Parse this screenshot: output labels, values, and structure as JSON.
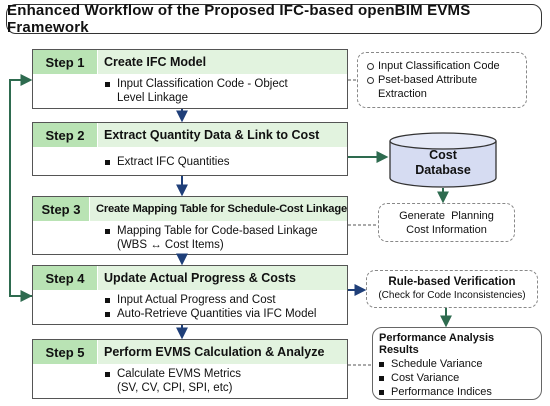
{
  "title": "Enhanced Workflow of the Proposed IFC-based openBIM EVMS Framework",
  "steps": [
    {
      "badge": "Step 1",
      "title": "Create IFC Model",
      "bullets": [
        [
          "Input Classification Code - Object",
          "Level Linkage"
        ]
      ]
    },
    {
      "badge": "Step 2",
      "title": "Extract Quantity Data & Link to Cost",
      "bullets": [
        [
          "Extract IFC Quantities"
        ]
      ]
    },
    {
      "badge": "Step 3",
      "title": "Create Mapping Table for Schedule-Cost Linkage",
      "bullets": [
        [
          "Mapping Table for Code-based Linkage",
          "(WBS ↔ Cost Items)"
        ]
      ]
    },
    {
      "badge": "Step 4",
      "title": "Update Actual Progress & Costs",
      "bullets": [
        [
          "Input Actual Progress and Cost"
        ],
        [
          "Auto-Retrieve Quantities via IFC Model"
        ]
      ]
    },
    {
      "badge": "Step 5",
      "title": "Perform EVMS Calculation & Analyze",
      "bullets": [
        [
          "Calculate EVMS Metrics",
          "(SV, CV, CPI, SPI, etc)"
        ]
      ]
    }
  ],
  "classification_box": {
    "items": [
      "Input Classification Code",
      "Pset-based Attribute",
      "Extraction"
    ]
  },
  "database": {
    "line1": "Cost",
    "line2": "Database"
  },
  "planning_box": {
    "line1": "Generate  Planning",
    "line2": "Cost Information"
  },
  "verification_box": {
    "line1": "Rule-based Verification",
    "line2": "(Check for Code Inconsistencies)"
  },
  "performance": {
    "title": "Performance Analysis Results",
    "items": [
      "Schedule Variance",
      "Cost Variance",
      "Performance Indices"
    ]
  },
  "colors": {
    "badge": "#b9e3b4",
    "title_band": "#e2f3df",
    "arrow": "#1f3f79",
    "feedback": "#2e6b4f",
    "db_fill": "#d6dcf2"
  }
}
